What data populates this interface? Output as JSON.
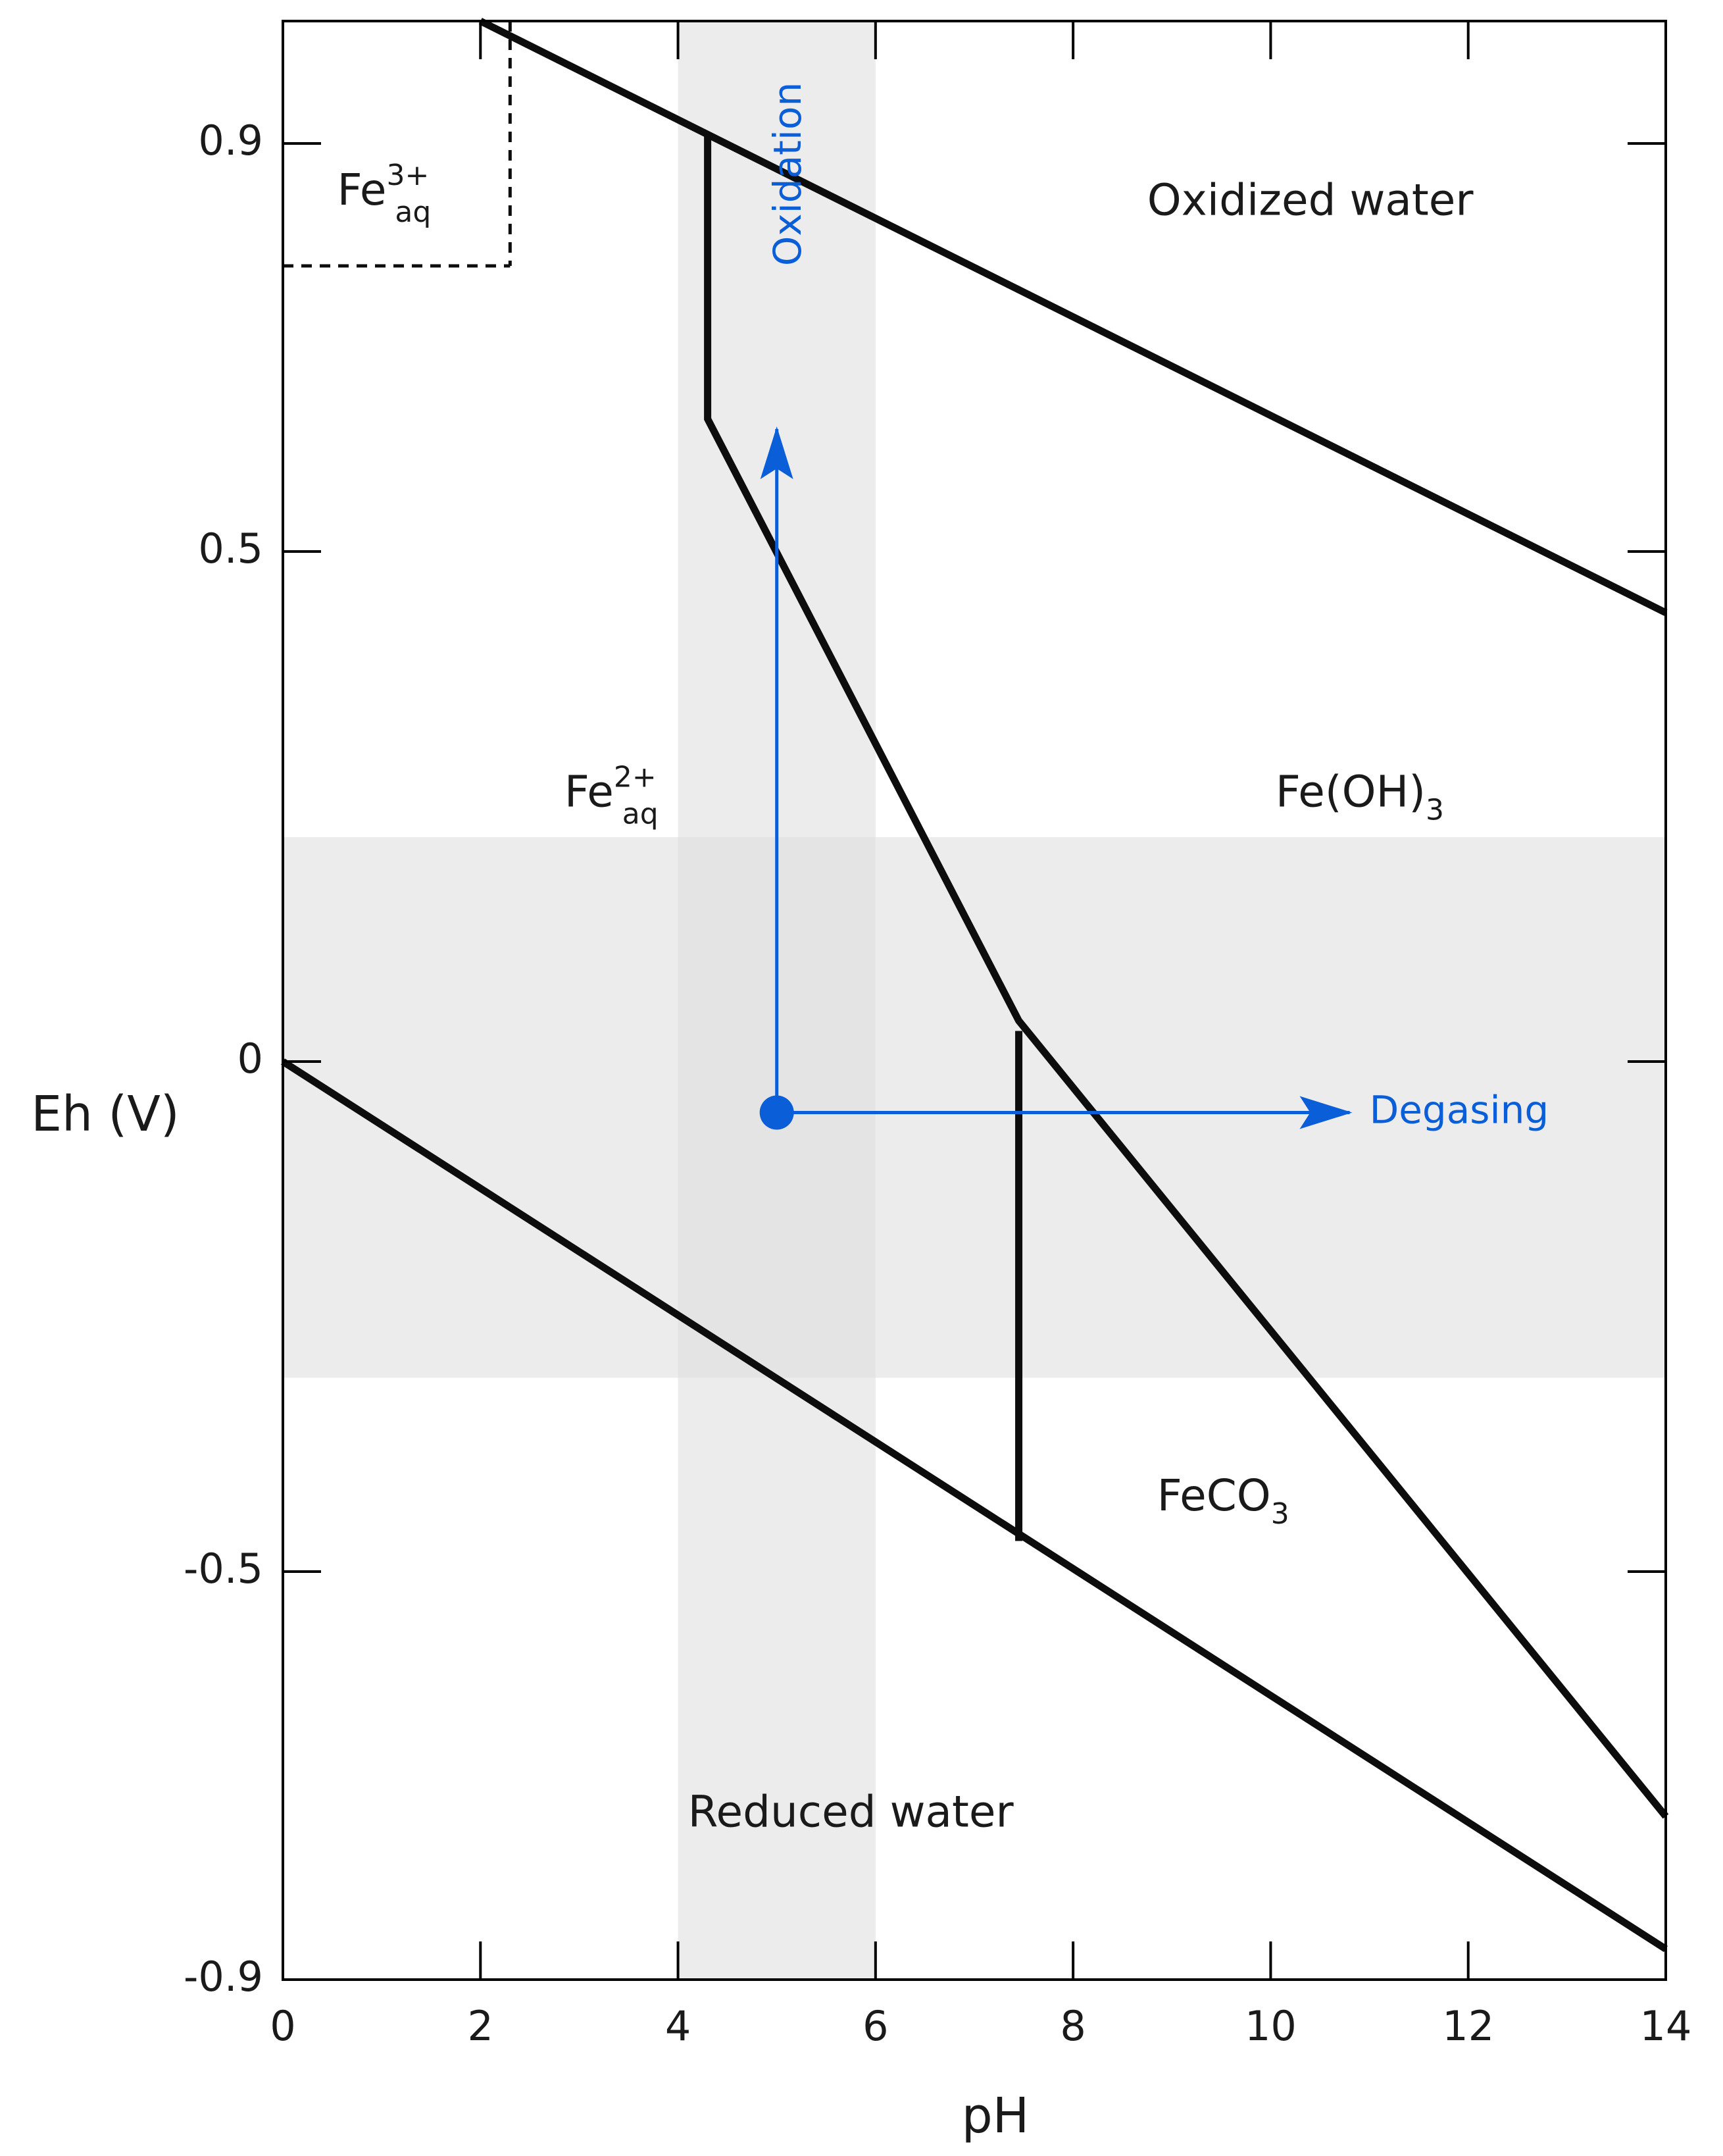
{
  "chart_data": {
    "type": "diagram",
    "xlabel": "pH",
    "ylabel": "Eh (V)",
    "xlim": [
      0,
      14
    ],
    "ylim": [
      -0.9,
      1.02
    ],
    "x_ticks": [
      {
        "value": 0,
        "label": "0"
      },
      {
        "value": 2,
        "label": "2"
      },
      {
        "value": 4,
        "label": "4"
      },
      {
        "value": 6,
        "label": "6"
      },
      {
        "value": 8,
        "label": "8"
      },
      {
        "value": 10,
        "label": "10"
      },
      {
        "value": 12,
        "label": "12"
      },
      {
        "value": 14,
        "label": "14"
      }
    ],
    "y_ticks": [
      {
        "value": 0.9,
        "label": "0.9"
      },
      {
        "value": 0.5,
        "label": "0.5"
      },
      {
        "value": 0,
        "label": "0"
      },
      {
        "value": -0.5,
        "label": "-0.5"
      },
      {
        "value": -0.9,
        "label": "-0.9"
      }
    ],
    "shaded_bands": [
      {
        "orientation": "vertical",
        "from": 4,
        "to": 6,
        "color": "#e0e0e0"
      },
      {
        "orientation": "horizontal",
        "from": -0.31,
        "to": 0.22,
        "color": "#e0e0e0"
      }
    ],
    "boundary_lines": [
      {
        "name": "oxidized-water-line",
        "style": "solid",
        "points": [
          [
            2,
            1.02
          ],
          [
            14,
            0.44
          ]
        ]
      },
      {
        "name": "reduced-water-line",
        "style": "solid",
        "points": [
          [
            0,
            0
          ],
          [
            14,
            -0.87
          ]
        ]
      },
      {
        "name": "fe2-feoh3-line",
        "style": "solid",
        "points": [
          [
            4.3,
            0.91
          ],
          [
            4.3,
            0.63
          ],
          [
            7.45,
            0.04
          ],
          [
            14,
            -0.74
          ]
        ]
      },
      {
        "name": "fe2-feco3-line",
        "style": "solid",
        "points": [
          [
            7.45,
            0.03
          ],
          [
            7.45,
            -0.47
          ]
        ]
      },
      {
        "name": "fe3-boundary-vertical",
        "style": "dashed",
        "points": [
          [
            2.3,
            1.02
          ],
          [
            2.3,
            0.78
          ]
        ]
      },
      {
        "name": "fe3-boundary-horizontal",
        "style": "dashed",
        "points": [
          [
            0,
            0.78
          ],
          [
            2.3,
            0.78
          ]
        ]
      }
    ],
    "regions": [
      {
        "name": "fe3-region",
        "label": "Fe",
        "sup": "3+",
        "sub": "aq",
        "x": 0.55,
        "y": 0.84
      },
      {
        "name": "oxidized-water",
        "label": "Oxidized water",
        "x": 8.75,
        "y": 0.83
      },
      {
        "name": "fe2-region",
        "label": "Fe",
        "sup": "2+",
        "sub": "aq",
        "x": 2.85,
        "y": 0.25
      },
      {
        "name": "feoh3-region",
        "label": "Fe(OH)",
        "sub": "3",
        "x": 10.05,
        "y": 0.25
      },
      {
        "name": "feco3-region",
        "label": "FeCO",
        "sub": "3",
        "x": 8.85,
        "y": -0.44
      },
      {
        "name": "reduced-water",
        "label": "Reduced water",
        "x": 4.1,
        "y": -0.75
      }
    ],
    "start_point": {
      "x": 5,
      "y": -0.05,
      "color": "#0a5fd8"
    },
    "arrows": [
      {
        "name": "oxidation-arrow",
        "label": "Oxidation",
        "from": [
          5,
          -0.05
        ],
        "to": [
          5,
          0.62
        ],
        "label_x": 5,
        "label_y": 0.87,
        "color": "#0a5fd8"
      },
      {
        "name": "degasing-arrow",
        "label": "Degasing",
        "from": [
          5,
          -0.05
        ],
        "to": [
          10.8,
          -0.05
        ],
        "label_x": 11.0,
        "label_y": -0.05,
        "color": "#0a5fd8"
      }
    ],
    "colors": {
      "line": "#0d0d0d",
      "band": "#e0e0e0",
      "accent": "#0a5fd8",
      "frame": "#000000"
    }
  }
}
